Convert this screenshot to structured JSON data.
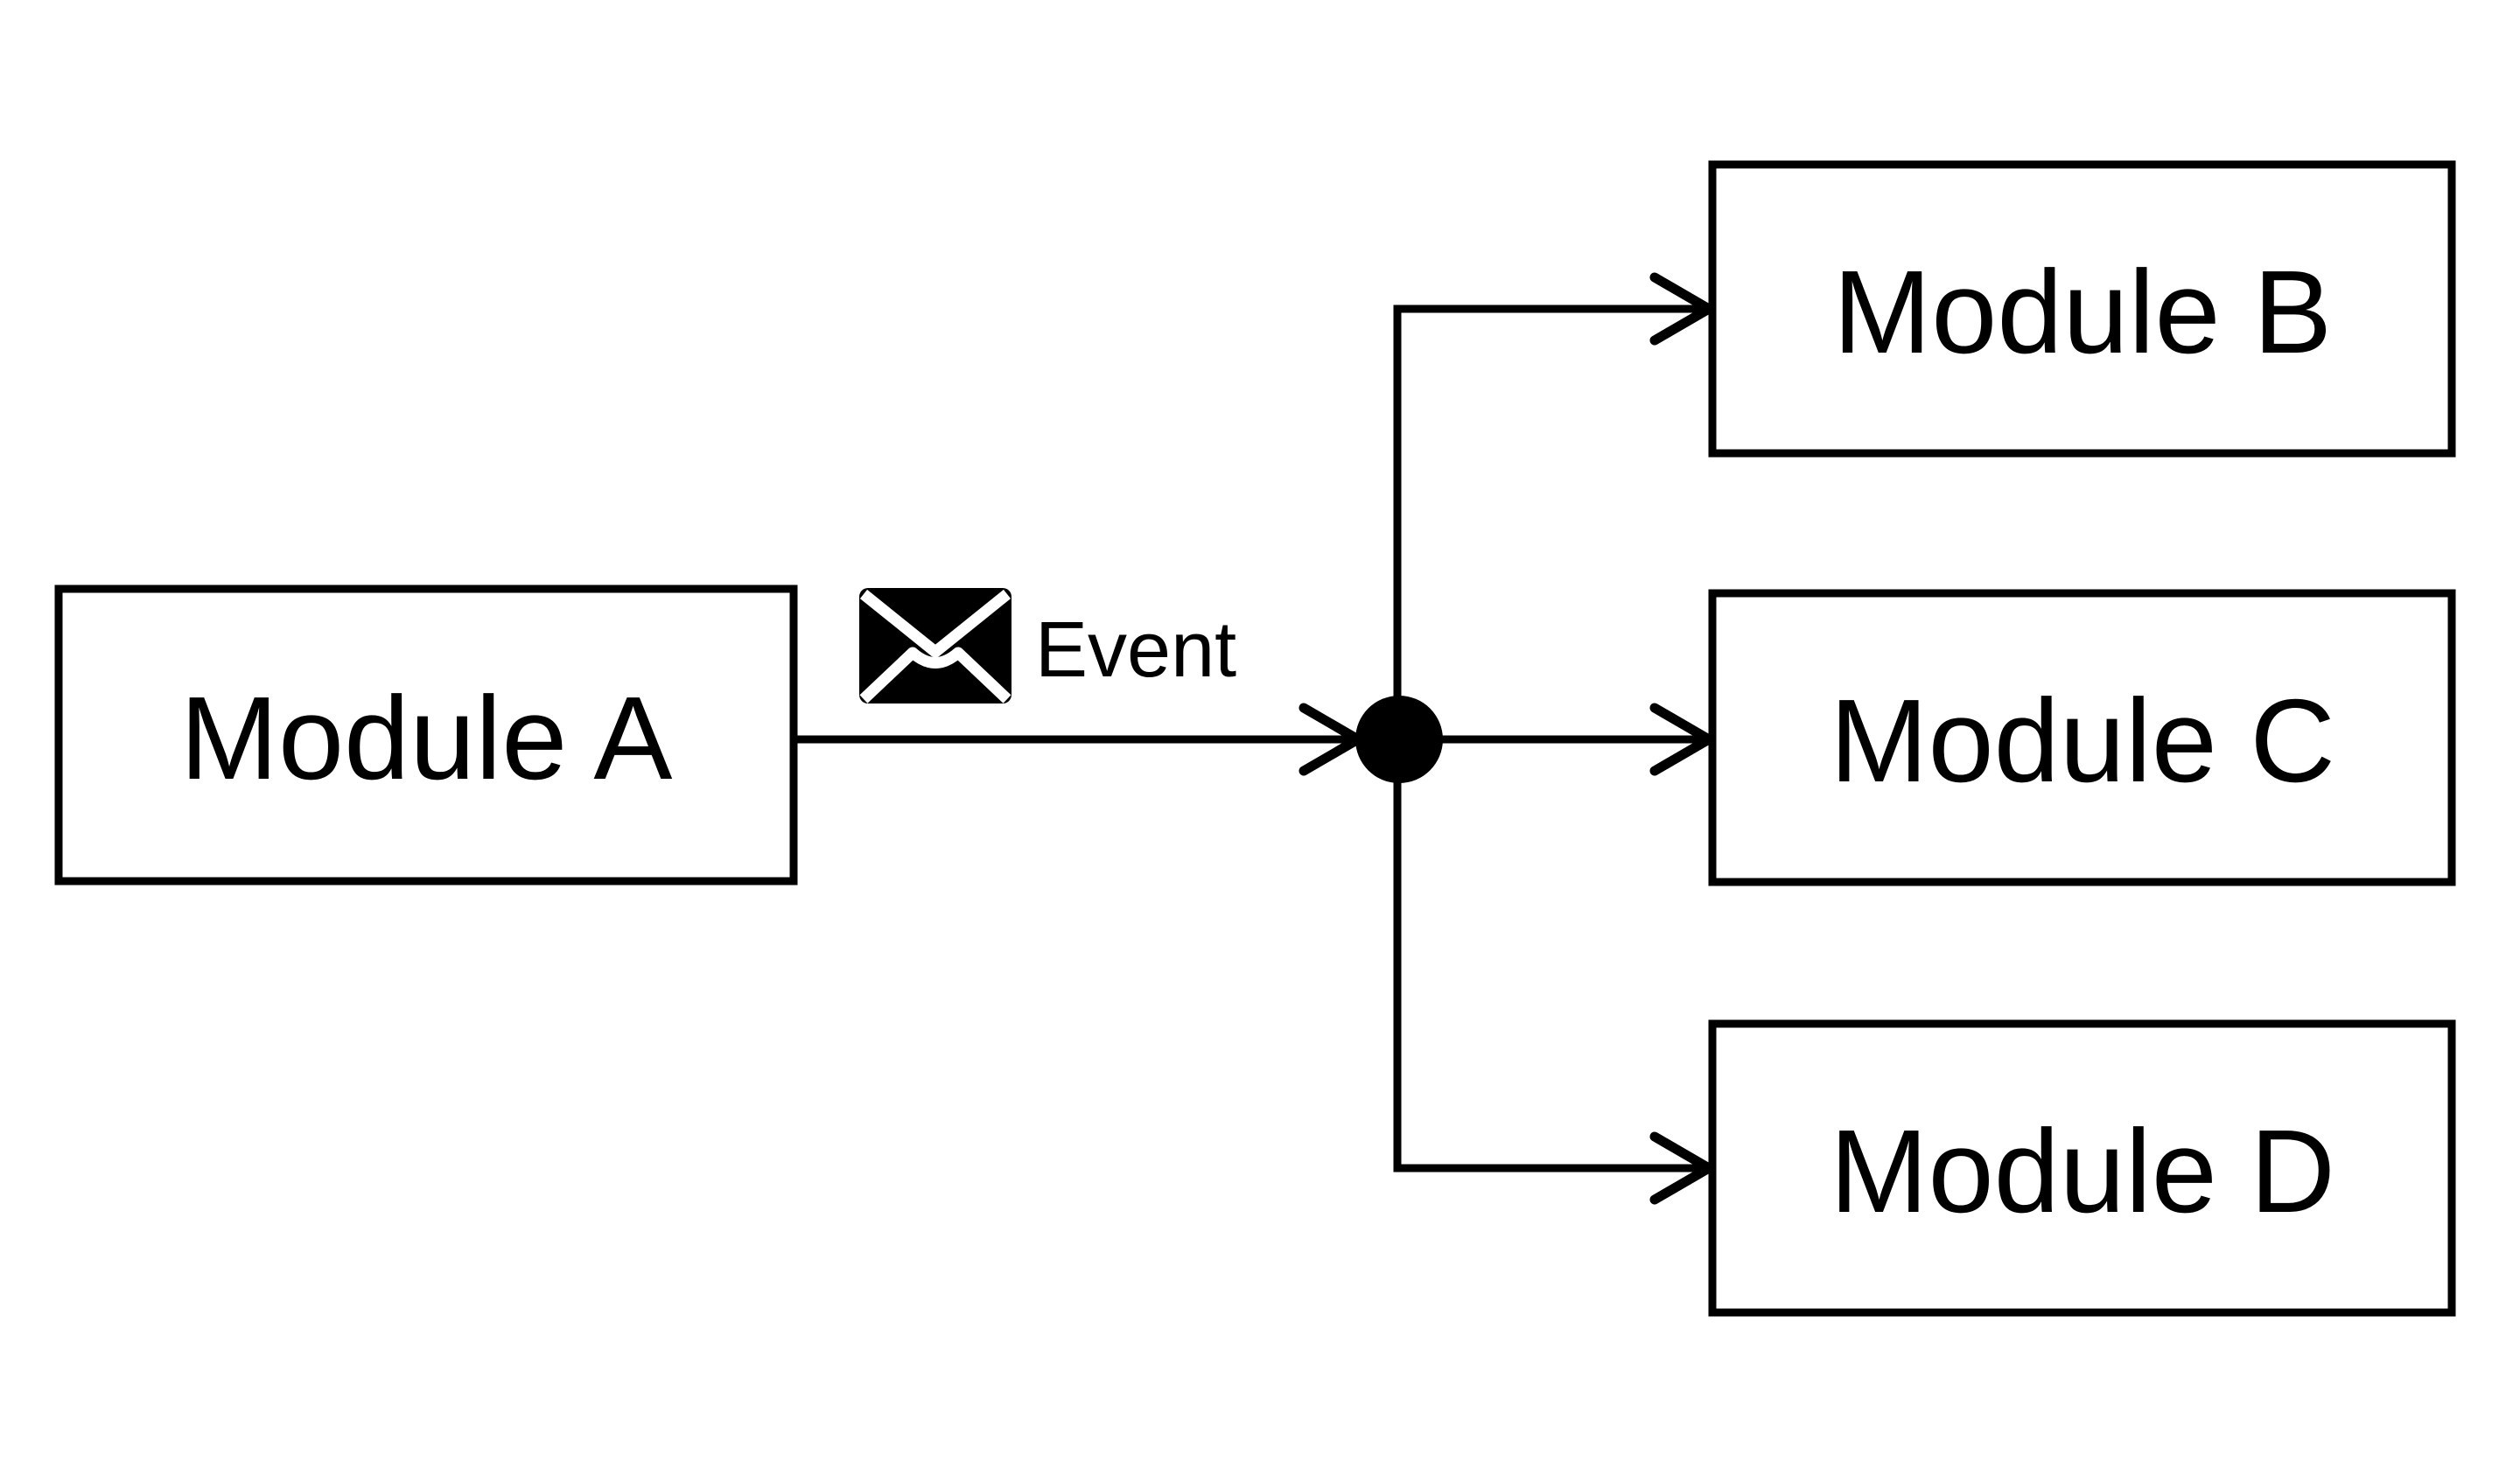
{
  "diagram": {
    "background_color": "#ffffff",
    "line_color": "#000000",
    "nodes": [
      {
        "id": "module-a",
        "label": "Module A"
      },
      {
        "id": "module-b",
        "label": "Module B"
      },
      {
        "id": "module-c",
        "label": "Module C"
      },
      {
        "id": "module-d",
        "label": "Module D"
      }
    ],
    "edges": [
      {
        "from": "module-a",
        "to": "junction",
        "label": "Event",
        "icon": "envelope-icon"
      },
      {
        "from": "junction",
        "to": "module-b"
      },
      {
        "from": "junction",
        "to": "module-c"
      },
      {
        "from": "junction",
        "to": "module-d"
      }
    ]
  }
}
